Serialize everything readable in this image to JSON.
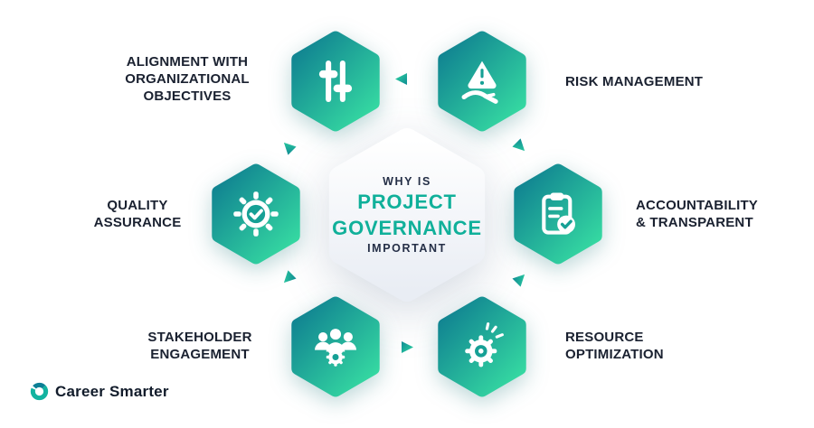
{
  "center": {
    "eyebrow": "WHY IS",
    "title_line1": "PROJECT",
    "title_line2": "GOVERNANCE",
    "caption": "IMPORTANT"
  },
  "nodes": [
    {
      "id": "alignment",
      "label": "ALIGNMENT WITH\nORGANIZATIONAL\nOBJECTIVES",
      "icon": "sliders-icon"
    },
    {
      "id": "risk",
      "label": "RISK MANAGEMENT",
      "icon": "hand-warning-icon"
    },
    {
      "id": "quality",
      "label": "QUALITY\nASSURANCE",
      "icon": "gear-check-icon"
    },
    {
      "id": "accountability",
      "label": "ACCOUNTABILITY\n& TRANSPARENT",
      "icon": "clipboard-check-icon"
    },
    {
      "id": "stakeholder",
      "label": "STAKEHOLDER\nENGAGEMENT",
      "icon": "team-gear-icon"
    },
    {
      "id": "resource",
      "label": "RESOURCE\nOPTIMIZATION",
      "icon": "gear-spark-icon"
    }
  ],
  "logo": {
    "text": "Career Smarter",
    "icon": "career-smarter-logo-icon"
  },
  "colors": {
    "hex_gradient_start": "#0e7d90",
    "hex_gradient_end": "#36dba2",
    "title_teal": "#10b09a",
    "label_dark": "#1a2130",
    "icon_accent": "#16a095"
  }
}
